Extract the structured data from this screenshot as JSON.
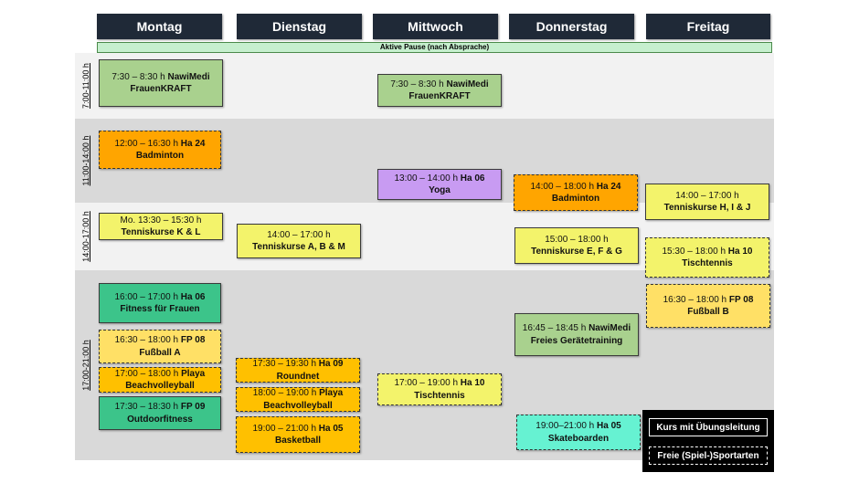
{
  "days": [
    "Montag",
    "Dienstag",
    "Mittwoch",
    "Donnerstag",
    "Freitag"
  ],
  "pause_label": "Aktive Pause (nach Absprache)",
  "time_slots": [
    "7:00-11:00 h",
    "11:00-14:00 h",
    "14:00-17:00 h",
    "17:00-21:00 h"
  ],
  "colors": {
    "green": "#a9d18e",
    "orange": "#ffa500",
    "yellow_light": "#f3f36b",
    "yellow": "#ffe066",
    "purple": "#c89bf2",
    "teal": "#3cc48a",
    "mint": "#66f2d2",
    "amber": "#ffc000"
  },
  "events": [
    {
      "id": "mo-nawimedi",
      "time": "7:30 – 8:30 h",
      "loc": "NawiMedi",
      "title": "FrauenKRAFT",
      "color": "green",
      "dashed": false
    },
    {
      "id": "mo-badminton",
      "time": "12:00 – 16:30 h",
      "loc": "Ha 24",
      "title": "Badminton",
      "color": "orange",
      "dashed": true
    },
    {
      "id": "mo-tennis",
      "time": "Mo. 13:30 – 15:30 h",
      "loc": "",
      "title": "Tenniskurse K & L",
      "color": "yellow_light",
      "dashed": false
    },
    {
      "id": "mo-fitness",
      "time": "16:00 – 17:00 h",
      "loc": "Ha 06",
      "title": "Fitness für Frauen",
      "color": "teal",
      "dashed": false
    },
    {
      "id": "mo-fussball",
      "time": "16:30 – 18:00 h",
      "loc": "FP 08",
      "title": "Fußball A",
      "color": "yellow",
      "dashed": true
    },
    {
      "id": "mo-beach",
      "time": "17:00 – 18:00 h",
      "loc": "Playa",
      "title": "Beachvolleyball",
      "color": "amber",
      "dashed": true
    },
    {
      "id": "mo-outdoor",
      "time": "17:30 – 18:30 h",
      "loc": "FP 09",
      "title": "Outdoorfitness",
      "color": "teal",
      "dashed": false
    },
    {
      "id": "di-tennis",
      "time": "14:00 – 17:00 h",
      "loc": "",
      "title": "Tenniskurse A, B & M",
      "color": "yellow_light",
      "dashed": false
    },
    {
      "id": "di-roundnet",
      "time": "17:30 – 19:30 h",
      "loc": "Ha 09",
      "title": "Roundnet",
      "color": "amber",
      "dashed": true
    },
    {
      "id": "di-beach",
      "time": "18:00 – 19:00 h",
      "loc": "Playa",
      "title": "Beachvolleyball",
      "color": "amber",
      "dashed": true
    },
    {
      "id": "di-basketball",
      "time": "19:00 – 21:00 h",
      "loc": "Ha 05",
      "title": "Basketball",
      "color": "amber",
      "dashed": true
    },
    {
      "id": "mi-nawimedi",
      "time": "7:30 – 8:30 h",
      "loc": "NawiMedi",
      "title": "FrauenKRAFT",
      "color": "green",
      "dashed": false
    },
    {
      "id": "mi-yoga",
      "time": "13:00 – 14:00 h",
      "loc": "Ha 06",
      "title": "Yoga",
      "color": "purple",
      "dashed": false
    },
    {
      "id": "mi-tischtennis",
      "time": "17:00 – 19:00 h",
      "loc": "Ha 10",
      "title": "Tischtennis",
      "color": "yellow_light",
      "dashed": true
    },
    {
      "id": "do-badminton",
      "time": "14:00 – 18:00 h",
      "loc": "Ha 24",
      "title": "Badminton",
      "color": "orange",
      "dashed": true
    },
    {
      "id": "do-tennis",
      "time": "15:00 – 18:00 h",
      "loc": "",
      "title": "Tenniskurse E, F & G",
      "color": "yellow_light",
      "dashed": false
    },
    {
      "id": "do-geraete",
      "time": "16:45 – 18:45 h",
      "loc": "NawiMedi",
      "title": "Freies Gerätetraining",
      "color": "green",
      "dashed": false
    },
    {
      "id": "do-skate",
      "time": "19:00–21:00 h",
      "loc": "Ha 05",
      "title": "Skateboarden",
      "color": "mint",
      "dashed": true
    },
    {
      "id": "fr-tennis",
      "time": "14:00 – 17:00 h",
      "loc": "",
      "title": "Tenniskurse H, I & J",
      "color": "yellow_light",
      "dashed": false
    },
    {
      "id": "fr-tischtennis",
      "time": "15:30 – 18:00 h",
      "loc": "Ha 10",
      "title": "Tischtennis",
      "color": "yellow_light",
      "dashed": true
    },
    {
      "id": "fr-fussball",
      "time": "16:30 – 18:00 h",
      "loc": "FP 08",
      "title": "Fußball B",
      "color": "yellow",
      "dashed": true
    }
  ],
  "legend": {
    "course": "Kurs mit Übungsleitung",
    "free": "Freie (Spiel-)Sportarten"
  }
}
